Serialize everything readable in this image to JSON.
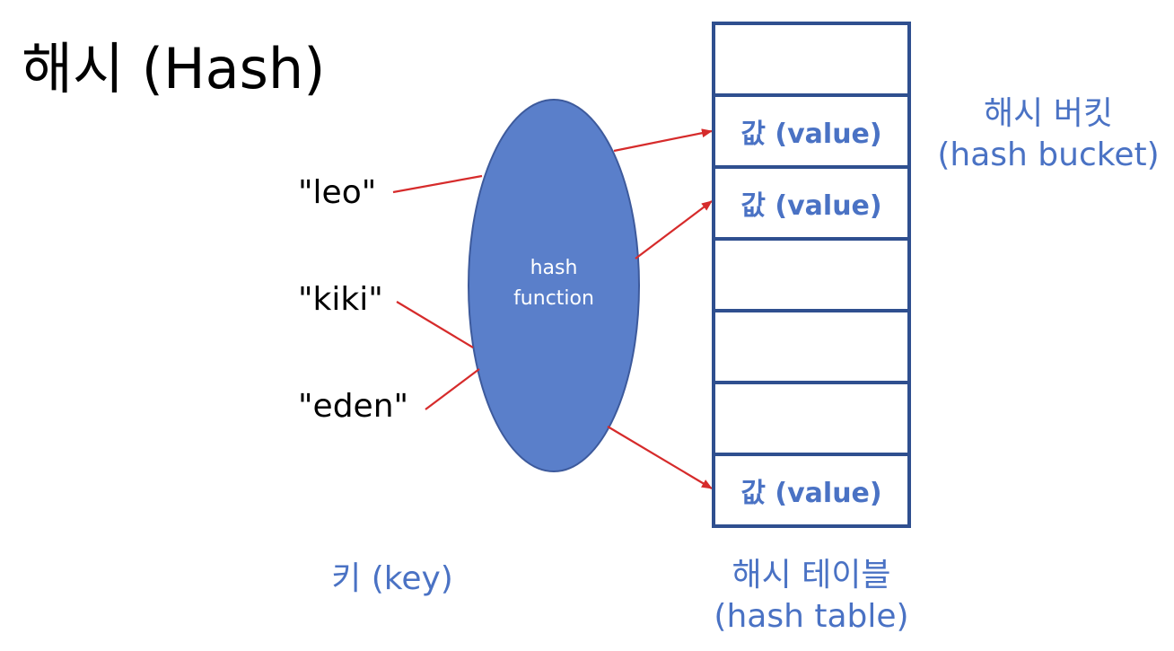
{
  "title": "해시 (Hash)",
  "keys": [
    "\"leo\"",
    "\"kiki\"",
    "\"eden\""
  ],
  "hash_function": {
    "line1": "hash",
    "line2": "function"
  },
  "buckets": [
    "",
    "값 (value)",
    "값 (value)",
    "",
    "",
    "",
    "값 (value)"
  ],
  "labels": {
    "key": "키 (key)",
    "hash_table_line1": "해시 테이블",
    "hash_table_line2": "(hash table)",
    "hash_bucket_line1": "해시 버킷",
    "hash_bucket_line2": "(hash bucket)"
  },
  "colors": {
    "function_fill": "#5a7fca",
    "function_stroke": "#3d5a9c",
    "label_blue": "#4a72c4",
    "arrow": "#d62b2b",
    "table_border": "#2f4f8f"
  }
}
